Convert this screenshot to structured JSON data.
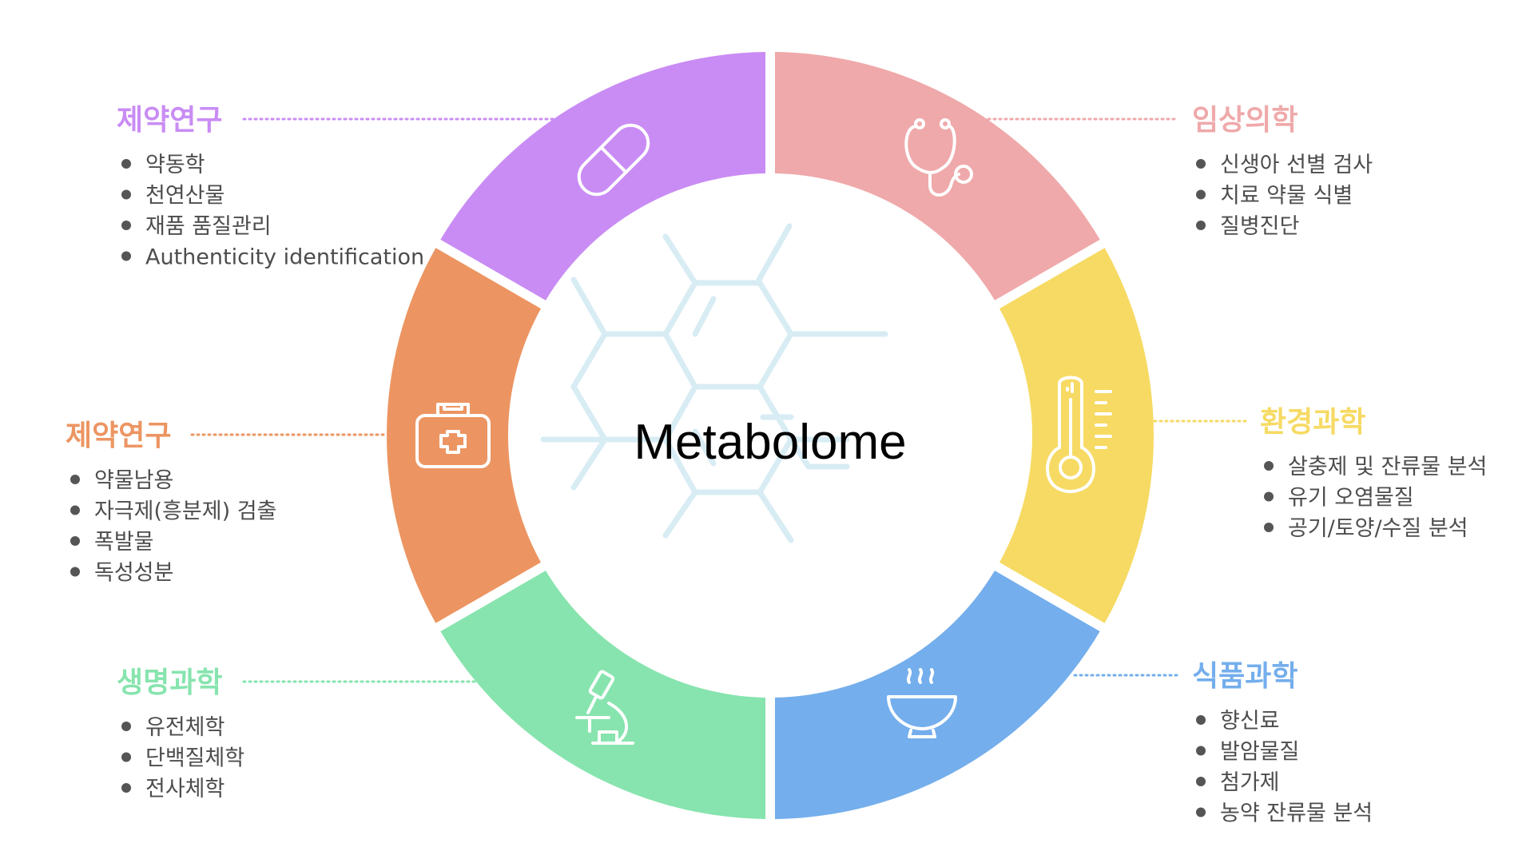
{
  "center": {
    "title": "Metabolome"
  },
  "colors": {
    "purple": "#c98cf4",
    "pink": "#efa9aa",
    "yellow": "#f6da63",
    "blue": "#74aeec",
    "green": "#87e4ae",
    "orange": "#ec9562",
    "hex": "#d8ecf4",
    "bullet": "#555555",
    "text": "#4d4d4d"
  },
  "sections": [
    {
      "id": "pharma-top",
      "title": "제약연구",
      "color": "#c98cf4",
      "icon": "capsule-icon",
      "items": [
        "약동학",
        "천연산물",
        "재품 품질관리",
        "Authenticity identification"
      ]
    },
    {
      "id": "clinical",
      "title": "임상의학",
      "color": "#efa9aa",
      "icon": "stethoscope-icon",
      "items": [
        "신생아 선별 검사",
        "치료 약물 식별",
        "질병진단"
      ]
    },
    {
      "id": "environment",
      "title": "환경과학",
      "color": "#f6da63",
      "icon": "thermometer-icon",
      "items": [
        "살충제 및 잔류물 분석",
        "유기 오염물질",
        "공기/토양/수질 분석"
      ]
    },
    {
      "id": "food",
      "title": "식품과학",
      "color": "#74aeec",
      "icon": "bowl-icon",
      "items": [
        "향신료",
        "발암물질",
        "첨가제",
        "농약 잔류물 분석"
      ]
    },
    {
      "id": "life",
      "title": "생명과학",
      "color": "#87e4ae",
      "icon": "microscope-icon",
      "items": [
        "유전체학",
        "단백질체학",
        "전사체학"
      ]
    },
    {
      "id": "pharma-left",
      "title": "제약연구",
      "color": "#ec9562",
      "icon": "medkit-icon",
      "items": [
        "약물남용",
        "자극제(흥분제) 검출",
        "폭발물",
        "독성성분"
      ]
    }
  ]
}
